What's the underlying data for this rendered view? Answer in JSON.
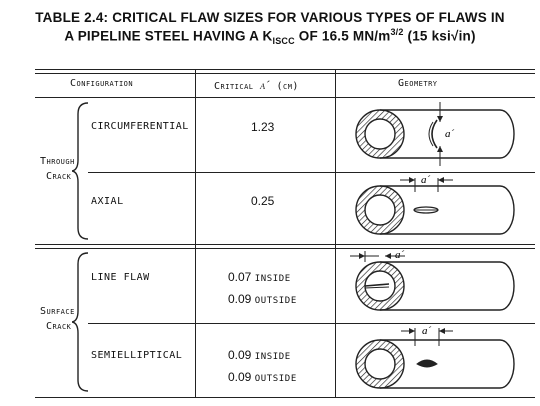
{
  "title": {
    "line1": "TABLE 2.4:  CRITICAL FLAW SIZES FOR VARIOUS TYPES OF FLAWS IN",
    "line2_pre": "A PIPELINE STEEL HAVING A K",
    "line2_sub": "ISCC",
    "line2_mid": " OF 16.5 MN/m",
    "line2_sup": "3/2",
    "line2_post": " (15 ksi√in)"
  },
  "headers": {
    "configuration": "Configuration",
    "critical": "Critical",
    "critical_symbol": "a´",
    "critical_unit": "(cm)",
    "geometry": "Geometry"
  },
  "groups": [
    {
      "label_line1": "Through",
      "label_line2": "Crack",
      "rows": [
        {
          "name": "circumferential",
          "values": [
            "1.23"
          ],
          "flaw_label": "a´"
        },
        {
          "name": "axial",
          "values": [
            "0.25"
          ],
          "flaw_label": "a´"
        }
      ]
    },
    {
      "label_line1": "Surface",
      "label_line2": "Crack",
      "rows": [
        {
          "name": "line flaw",
          "values": [
            {
              "num": "0.07",
              "word": "inside"
            },
            {
              "num": "0.09",
              "word": "outside"
            }
          ],
          "flaw_label": "a´"
        },
        {
          "name": "semielliptical",
          "values": [
            {
              "num": "0.09",
              "word": "inside"
            },
            {
              "num": "0.09",
              "word": "outside"
            }
          ],
          "flaw_label": "a´"
        }
      ]
    }
  ],
  "icons": [
    "pipe-circumferential-crack-icon",
    "pipe-axial-crack-icon",
    "pipe-line-flaw-icon",
    "pipe-semielliptical-flaw-icon"
  ]
}
